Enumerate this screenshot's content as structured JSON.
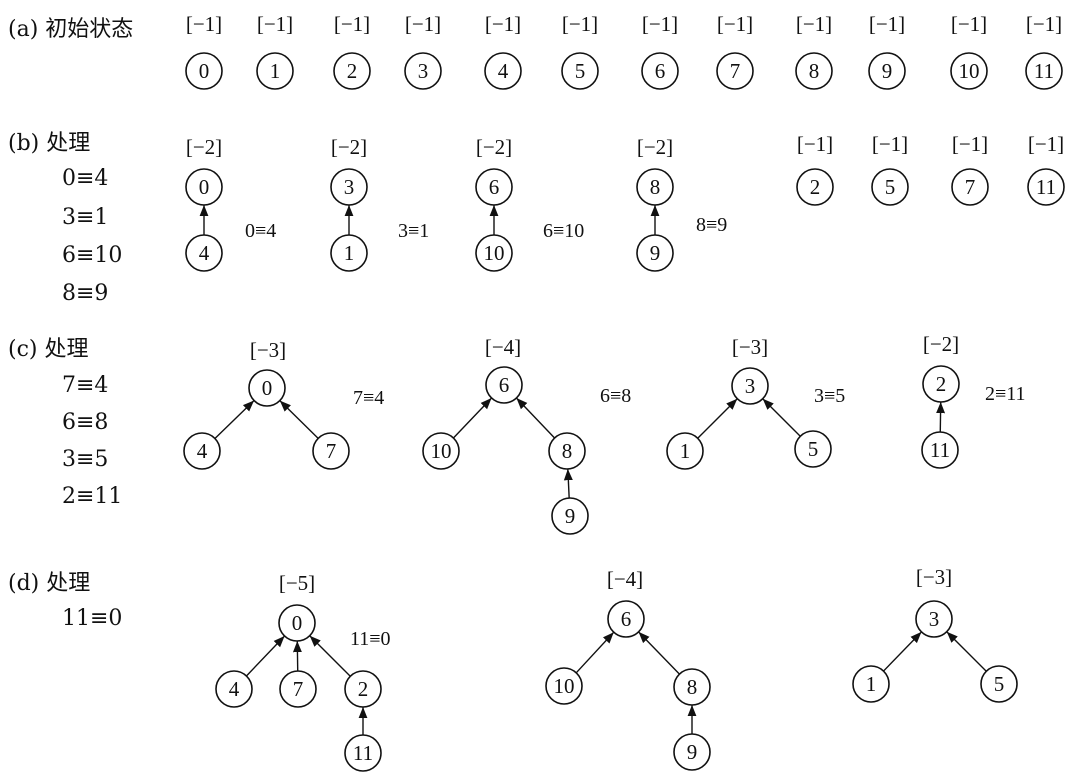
{
  "sections": [
    {
      "label": "(a) 初始状态",
      "ops": []
    },
    {
      "label": "(b) 处理",
      "ops": [
        "0≡4",
        "3≡1",
        "6≡10",
        "8≡9"
      ]
    },
    {
      "label": "(c) 处理",
      "ops": [
        "7≡4",
        "6≡8",
        "3≡5",
        "2≡11"
      ]
    },
    {
      "label": "(d) 处理",
      "ops": [
        "11≡0"
      ]
    }
  ],
  "rows": [
    {
      "id": "a",
      "trees": [
        {
          "weight": "[−1]",
          "root": "0"
        },
        {
          "weight": "[−1]",
          "root": "1"
        },
        {
          "weight": "[−1]",
          "root": "2"
        },
        {
          "weight": "[−1]",
          "root": "3"
        },
        {
          "weight": "[−1]",
          "root": "4"
        },
        {
          "weight": "[−1]",
          "root": "5"
        },
        {
          "weight": "[−1]",
          "root": "6"
        },
        {
          "weight": "[−1]",
          "root": "7"
        },
        {
          "weight": "[−1]",
          "root": "8"
        },
        {
          "weight": "[−1]",
          "root": "9"
        },
        {
          "weight": "[−1]",
          "root": "10"
        },
        {
          "weight": "[−1]",
          "root": "11"
        }
      ],
      "annotations": []
    },
    {
      "id": "b",
      "trees": [
        {
          "weight": "[−2]",
          "root": "0",
          "children": [
            "4"
          ]
        },
        {
          "weight": "[−2]",
          "root": "3",
          "children": [
            "1"
          ]
        },
        {
          "weight": "[−2]",
          "root": "6",
          "children": [
            "10"
          ]
        },
        {
          "weight": "[−2]",
          "root": "8",
          "children": [
            "9"
          ]
        },
        {
          "weight": "[−1]",
          "root": "2"
        },
        {
          "weight": "[−1]",
          "root": "5"
        },
        {
          "weight": "[−1]",
          "root": "7"
        },
        {
          "weight": "[−1]",
          "root": "11"
        }
      ],
      "annotations": [
        "0≡4",
        "3≡1",
        "6≡10",
        "8≡9"
      ]
    },
    {
      "id": "c",
      "trees": [
        {
          "weight": "[−3]",
          "root": "0",
          "children": [
            "4",
            "7"
          ]
        },
        {
          "weight": "[−4]",
          "root": "6",
          "children": [
            "10",
            "8"
          ],
          "grandchildren": [
            "9"
          ]
        },
        {
          "weight": "[−3]",
          "root": "3",
          "children": [
            "1",
            "5"
          ]
        },
        {
          "weight": "[−2]",
          "root": "2",
          "children": [
            "11"
          ]
        }
      ],
      "annotations": [
        "7≡4",
        "6≡8",
        "3≡5",
        "2≡11"
      ]
    },
    {
      "id": "d",
      "trees": [
        {
          "weight": "[−5]",
          "root": "0",
          "children": [
            "4",
            "7",
            "2"
          ],
          "grandchildren": [
            "11"
          ]
        },
        {
          "weight": "[−4]",
          "root": "6",
          "children": [
            "10",
            "8"
          ],
          "grandchildren": [
            "9"
          ]
        },
        {
          "weight": "[−3]",
          "root": "3",
          "children": [
            "1",
            "5"
          ]
        }
      ],
      "annotations": [
        "11≡0"
      ]
    }
  ]
}
